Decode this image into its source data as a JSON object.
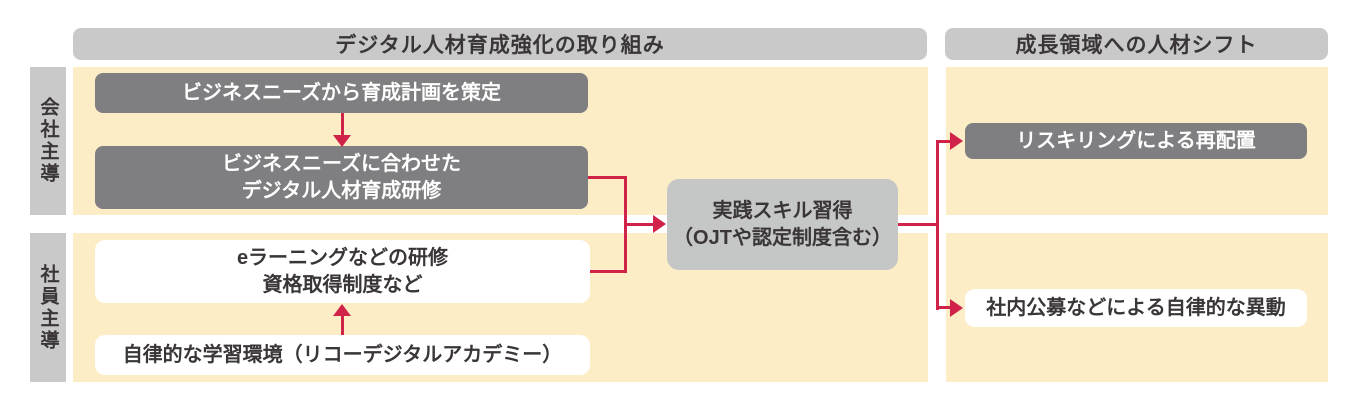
{
  "palette": {
    "background": "#ffffff",
    "panel_bg": "#fcedc6",
    "header_bg": "#c9c9ca",
    "row_label_bg": "#c9c9ca",
    "dark_box_bg": "#7f7f82",
    "mid_box_bg": "#c5c6c6",
    "white_box_bg": "#ffffff",
    "connector_red": "#d1224a",
    "text_dark": "#3a3637",
    "text_white": "#ffffff"
  },
  "headers": {
    "digital_training": "デジタル人材育成強化の取り組み",
    "talent_shift": "成長領域への人材シフト"
  },
  "row_labels": {
    "company_led": "会社主導",
    "employee_led": "社員主導"
  },
  "boxes": {
    "plan": "ビジネスニーズから育成計画を策定",
    "training_line1": "ビジネスニーズに合わせた",
    "training_line2": "デジタル人材育成研修",
    "elearning_line1": "eラーニングなどの研修",
    "elearning_line2": "資格取得制度など",
    "self_learning": "自律的な学習環境（リコーデジタルアカデミー）",
    "practical_line1": "実践スキル習得",
    "practical_line2": "（OJTや認定制度含む）",
    "reskilling": "リスキリングによる再配置",
    "internal_transfer": "社内公募などによる自律的な異動"
  }
}
